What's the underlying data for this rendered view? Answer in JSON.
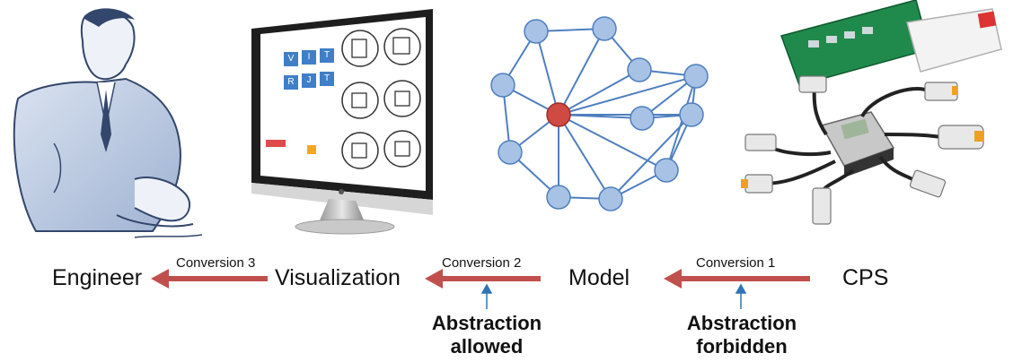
{
  "stages": {
    "engineer": "Engineer",
    "visualization": "Visualization",
    "model": "Model",
    "cps": "CPS"
  },
  "conversions": {
    "c1": "Conversion 1",
    "c2": "Conversion 2",
    "c3": "Conversion 3"
  },
  "notes": {
    "allowed_line1": "Abstraction",
    "allowed_line2": "allowed",
    "forbidden_line1": "Abstraction",
    "forbidden_line2": "forbidden"
  },
  "monitor_screen": {
    "tiles": [
      "V",
      "I",
      "T",
      "R",
      "J",
      "T"
    ]
  },
  "colors": {
    "arrow": "#c0504d",
    "pointer": "#2e75b6",
    "node": "#a7c2e4",
    "node_stroke": "#4f7fbf",
    "center_node": "#cf4a43",
    "edge": "#4f7fbf"
  }
}
